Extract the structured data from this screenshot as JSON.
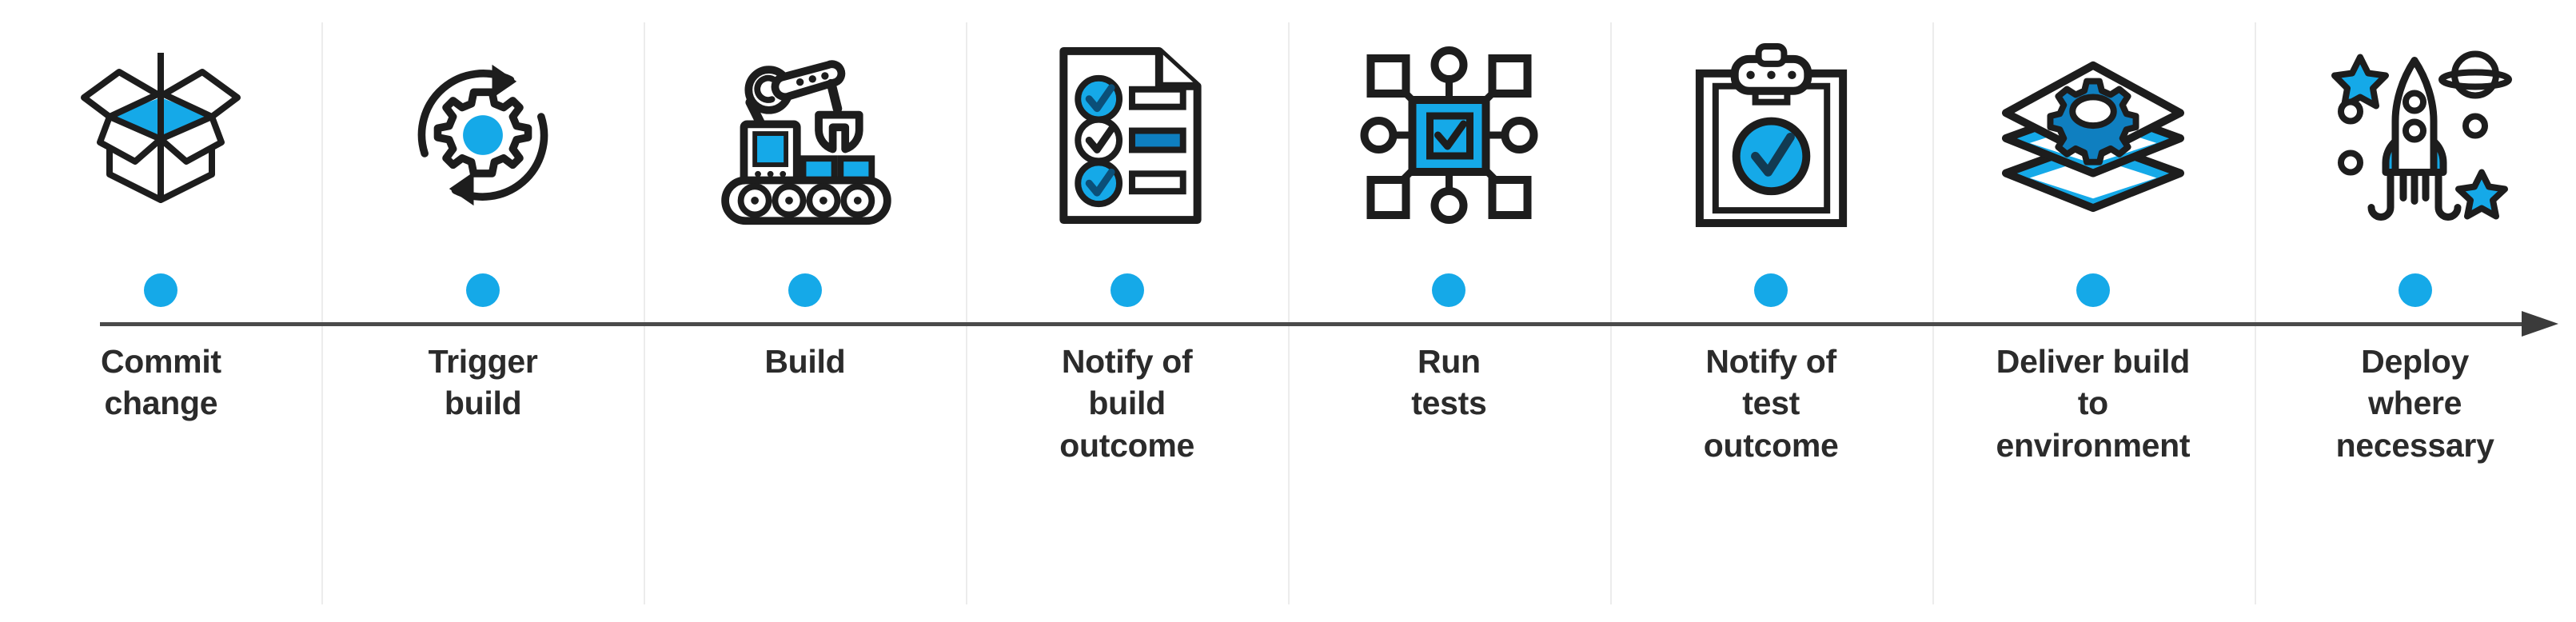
{
  "graphic": {
    "type": "process-timeline",
    "orientation": "horizontal",
    "title": "",
    "colors": {
      "accent_blue": "#15A9E8",
      "line_gray": "#4a4a4a",
      "divider_gray": "#ececec",
      "text_dark": "#2b2b2b",
      "background": "#ffffff"
    },
    "axis": {
      "has_arrowhead": true,
      "arrow_direction": "right"
    }
  },
  "steps": [
    {
      "index": 1,
      "label": "Commit\nchange",
      "icon_name": "open-box-with-down-arrow-icon",
      "dot_color": "#15A9E8"
    },
    {
      "index": 2,
      "label": "Trigger\nbuild",
      "icon_name": "gear-with-circular-arrows-icon",
      "dot_color": "#15A9E8"
    },
    {
      "index": 3,
      "label": "Build",
      "icon_name": "robotic-arm-conveyor-icon",
      "dot_color": "#15A9E8"
    },
    {
      "index": 4,
      "label": "Notify of\nbuild\noutcome",
      "icon_name": "checklist-document-icon",
      "dot_color": "#15A9E8"
    },
    {
      "index": 5,
      "label": "Run\ntests",
      "icon_name": "network-chip-checkmark-icon",
      "dot_color": "#15A9E8"
    },
    {
      "index": 6,
      "label": "Notify of\ntest\noutcome",
      "icon_name": "clipboard-checkmark-icon",
      "dot_color": "#15A9E8"
    },
    {
      "index": 7,
      "label": "Deliver build\nto\nenvironment",
      "icon_name": "stacked-layers-gear-icon",
      "dot_color": "#15A9E8"
    },
    {
      "index": 8,
      "label": "Deploy\nwhere\nnecessary",
      "icon_name": "rocket-launch-icon",
      "dot_color": "#15A9E8"
    }
  ]
}
